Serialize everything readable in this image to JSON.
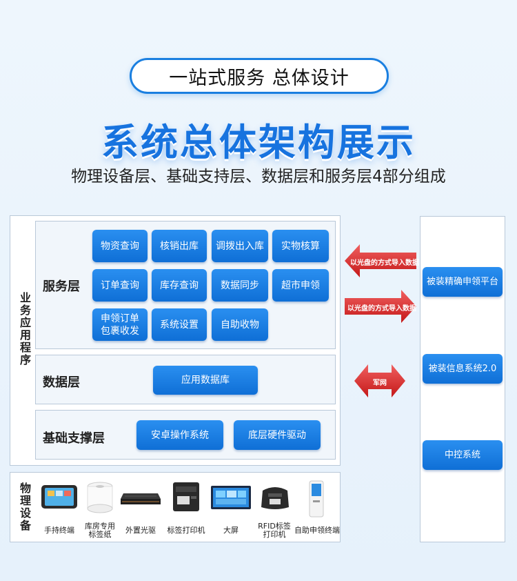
{
  "header": {
    "pill": "一站式服务  总体设计",
    "title": "系统总体架构展示",
    "subtitle": "物理设备层、基础支持层、数据层和服务层4部分组成"
  },
  "app_side": {
    "label": "业务应用程序",
    "service": {
      "label": "服务层",
      "buttons": [
        "物资查询",
        "核销出库",
        "调拨出入库",
        "实物核算",
        "订单查询",
        "库存查询",
        "数据同步",
        "超市申领",
        "申领订单\n包裹收发",
        "系统设置",
        "自助收物"
      ]
    },
    "data": {
      "label": "数据层",
      "buttons": [
        "应用数据库"
      ]
    },
    "base": {
      "label": "基础支撑层",
      "buttons": [
        "安卓操作系统",
        "底层硬件驱动"
      ]
    }
  },
  "physical": {
    "label": "物理设备",
    "devices": [
      "手持终端",
      "库房专用\n标签纸",
      "外置光驱",
      "标签打印机",
      "大屏",
      "RFID标签\n打印机",
      "自助申领终端"
    ]
  },
  "arrows": {
    "a1": "以光盘的方式导入数据",
    "a2": "以光盘的方式导入数据",
    "a3": "军网"
  },
  "right": {
    "buttons": [
      "被装精确申领平台",
      "被装信息系统2.0",
      "中控系统"
    ]
  }
}
